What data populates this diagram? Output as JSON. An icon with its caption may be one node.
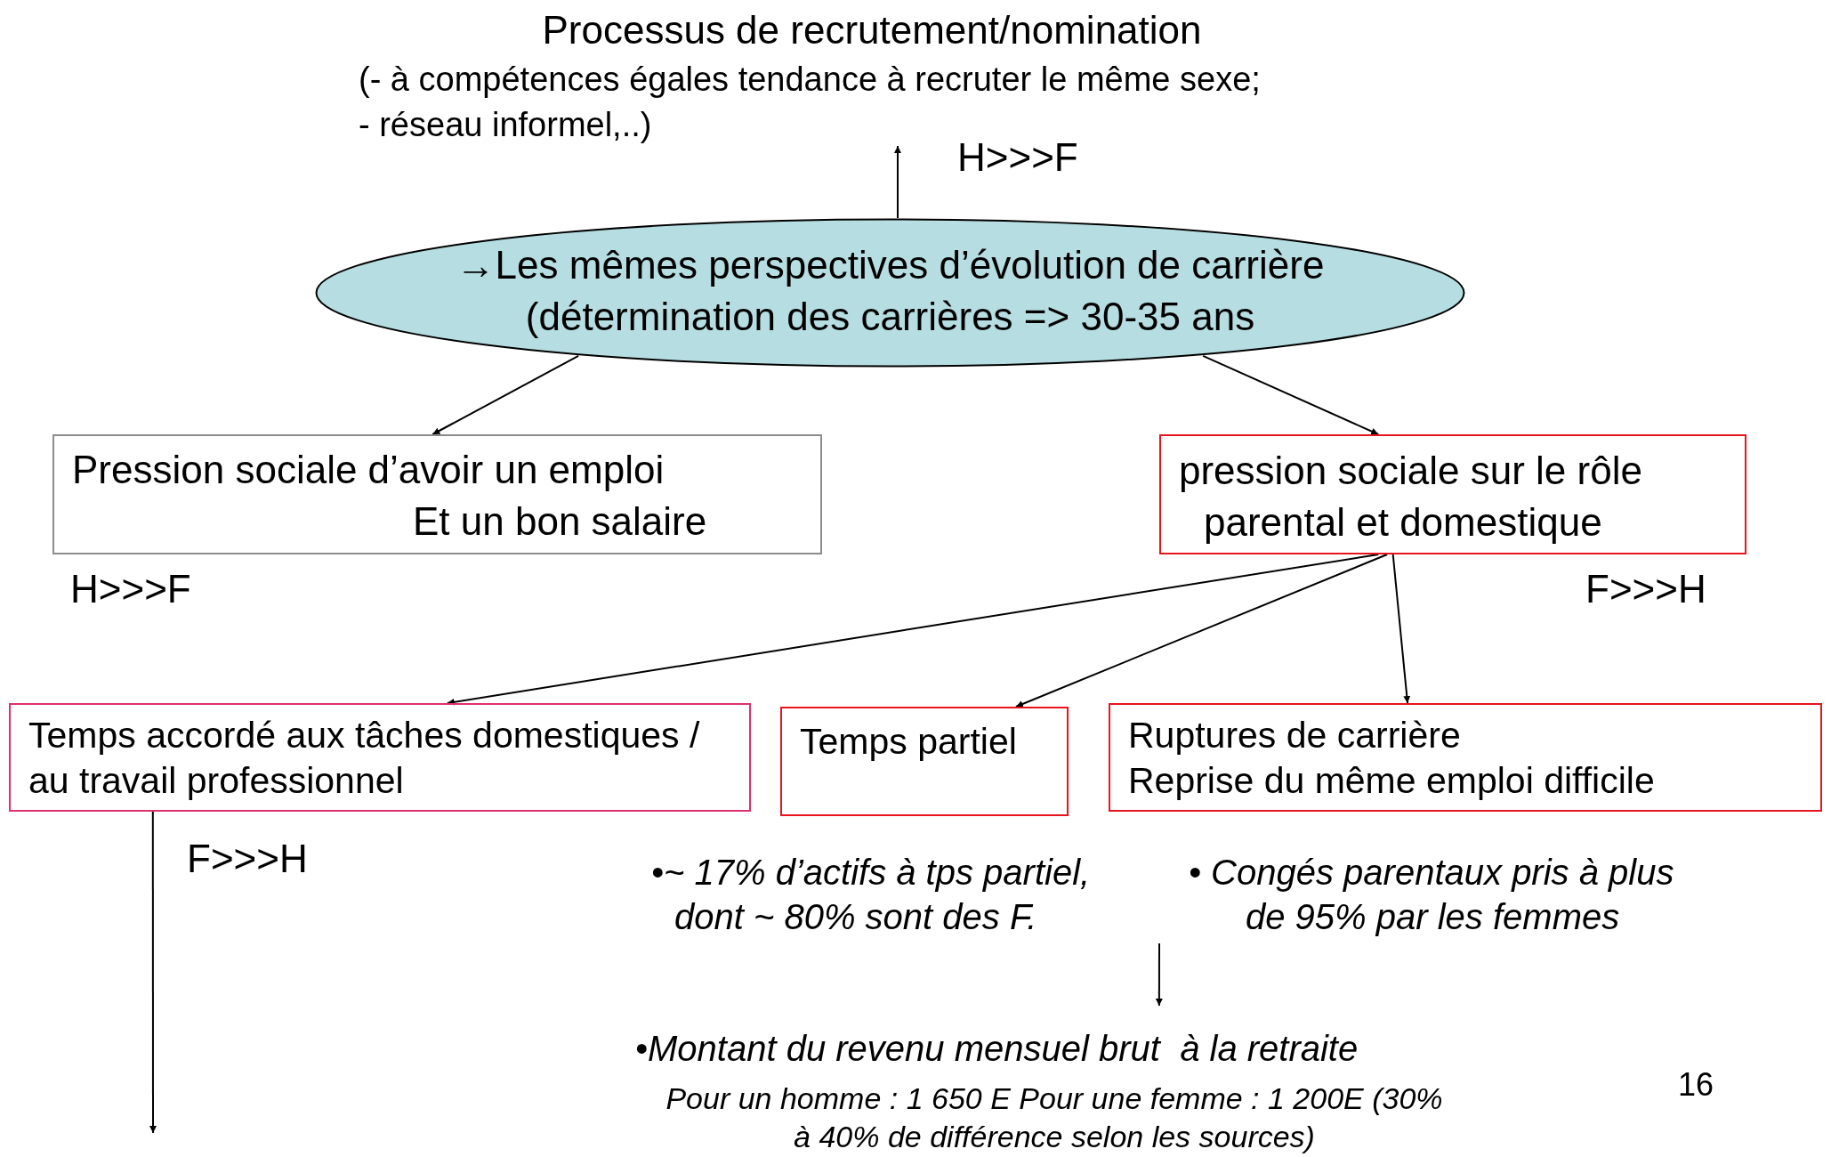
{
  "diagram": {
    "nodes": [
      {
        "text": [
          "Processus de recrutement/nomination",
          "(- à compétences égales tendance à recruter le même sexe; - réseau informel,..)"
        ]
      },
      {
        "text": [
          "→Les mêmes perspectives d’évolution de carrière (détermination des carrières => 30-35 ans"
        ]
      },
      {
        "text": [
          "Pression sociale d’avoir un emploi",
          "Et un bon salaire"
        ]
      },
      {
        "text": [
          "pression sociale sur le rôle parental et domestique"
        ]
      },
      {
        "text": [
          "Temps accordé aux tâches domestiques / au travail professionnel"
        ]
      },
      {
        "text": [
          "Temps partiel"
        ]
      },
      {
        "text": [
          "Ruptures de carrière",
          "Reprise du même emploi difficile"
        ]
      },
      {
        "text": [
          "•Montant du revenu mensuel brut  à la retraite",
          "Pour un homme : 1 650 E Pour une femme : 1 200E (30% à 40% de différence selon les sources)"
        ]
      }
    ],
    "edges": [
      {
        "from": 1,
        "to": 0,
        "arrow": "to"
      },
      {
        "from": 1,
        "to": 2,
        "arrow": "to"
      },
      {
        "from": 1,
        "to": 3,
        "arrow": "to"
      },
      {
        "from": 3,
        "to": 4,
        "arrow": "to"
      },
      {
        "from": 3,
        "to": 5,
        "arrow": "to"
      },
      {
        "from": 3,
        "to": 6,
        "arrow": "to"
      },
      {
        "from": 4,
        "to": null,
        "arrow": "to"
      },
      {
        "from": null,
        "to": 7,
        "arrow": "to"
      }
    ],
    "labels": [
      "H>>>F",
      "H>>>F",
      "F>>>H",
      "F>>>H",
      "•~ 17% d’actifs à tps partiel, dont ~ 80% sont des F.",
      "• Congés parentaux pris à plus de 95% par les femmes",
      "16"
    ]
  }
}
